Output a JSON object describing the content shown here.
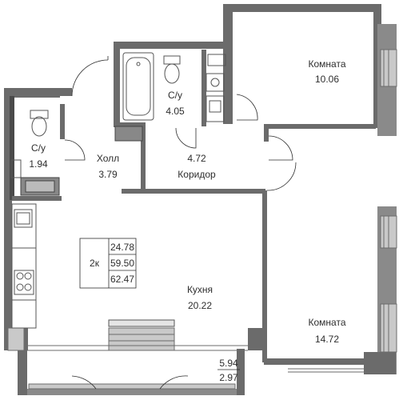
{
  "plan": {
    "colors": {
      "wall": "#6b6b6b",
      "wall_dark": "#4a4a4a",
      "window": "#c9c9c9",
      "fixture": "#555555",
      "text": "#2e2e2e"
    },
    "rooms": [
      {
        "id": "bedroom-top",
        "name": "Комната",
        "area": "10.06"
      },
      {
        "id": "bathroom-main",
        "name": "С/у",
        "area": "4.05"
      },
      {
        "id": "bathroom-small",
        "name": "С/у",
        "area": "1.94"
      },
      {
        "id": "hall",
        "name": "Холл",
        "area": "3.79"
      },
      {
        "id": "corridor",
        "name": "Коридор",
        "area": "4.72"
      },
      {
        "id": "kitchen",
        "name": "Кухня",
        "area": "20.22"
      },
      {
        "id": "bedroom-bottom",
        "name": "Комната",
        "area": "14.72"
      },
      {
        "id": "balcony",
        "name": "",
        "area": "5.94",
        "area2": "2.97"
      }
    ],
    "summary": {
      "rooms_label": "2к",
      "living_area": "24.78",
      "total_area": "59.50",
      "total_with_balcony": "62.47"
    }
  }
}
